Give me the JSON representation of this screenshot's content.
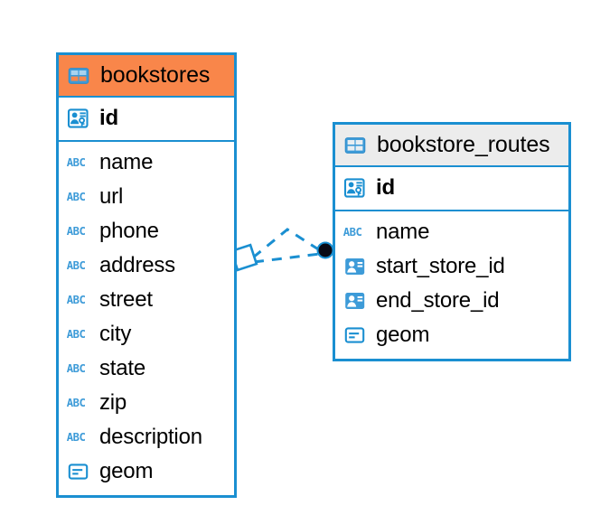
{
  "diagram": {
    "type": "entity-relationship-diagram",
    "background_color": "#ffffff",
    "accent_color": "#1a8fd1",
    "selected_header_color": "#f9864a",
    "header_color": "#ececec",
    "connector_color": "#1a8fd1",
    "connector_endpoint_color": "#0a0a14"
  },
  "entities": [
    {
      "name": "bookstores",
      "selected": true,
      "header_color": "#f9864a",
      "icon": "table-icon",
      "primary_key": {
        "label": "id",
        "icon": "primary-key-icon"
      },
      "fields": [
        {
          "label": "name",
          "icon": "text-field-icon"
        },
        {
          "label": "url",
          "icon": "text-field-icon"
        },
        {
          "label": "phone",
          "icon": "text-field-icon"
        },
        {
          "label": "address",
          "icon": "text-field-icon"
        },
        {
          "label": "street",
          "icon": "text-field-icon"
        },
        {
          "label": "city",
          "icon": "text-field-icon"
        },
        {
          "label": "state",
          "icon": "text-field-icon"
        },
        {
          "label": "zip",
          "icon": "text-field-icon"
        },
        {
          "label": "description",
          "icon": "text-field-icon"
        },
        {
          "label": "geom",
          "icon": "geometry-field-icon"
        }
      ]
    },
    {
      "name": "bookstore_routes",
      "selected": false,
      "header_color": "#ececec",
      "icon": "table-icon",
      "primary_key": {
        "label": "id",
        "icon": "primary-key-icon"
      },
      "fields": [
        {
          "label": "name",
          "icon": "text-field-icon"
        },
        {
          "label": "start_store_id",
          "icon": "foreign-key-icon"
        },
        {
          "label": "end_store_id",
          "icon": "foreign-key-icon"
        },
        {
          "label": "geom",
          "icon": "geometry-field-icon"
        }
      ]
    }
  ],
  "relationship": {
    "from_entity": "bookstores",
    "to_entity": "bookstore_routes",
    "from_marker": "diamond",
    "to_marker": "filled-dot",
    "line_style": "dashed"
  },
  "icons": {
    "abc_text": "ABC"
  }
}
